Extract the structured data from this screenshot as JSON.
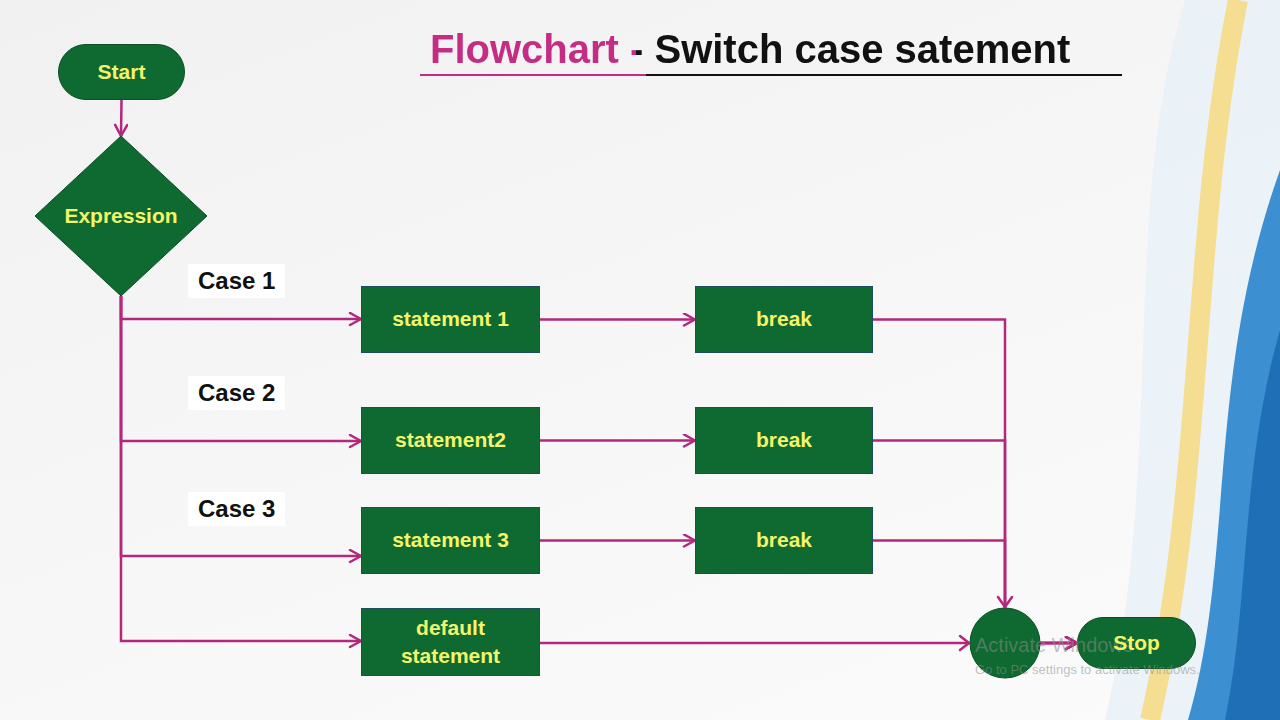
{
  "diagram": {
    "title": "Flowchart - Switch case satement",
    "nodes": [
      {
        "text": [
          "Start"
        ]
      },
      {
        "text": [
          "Expression"
        ]
      },
      {
        "text": [
          "statement 1"
        ]
      },
      {
        "text": [
          "break"
        ]
      },
      {
        "text": [
          "statement2"
        ]
      },
      {
        "text": [
          "break"
        ]
      },
      {
        "text": [
          "statement 3"
        ]
      },
      {
        "text": [
          "break"
        ]
      },
      {
        "text": [
          "default statement"
        ]
      },
      {
        "text": [
          "Stop"
        ]
      }
    ],
    "edges": [
      {
        "from": 0,
        "to": 1,
        "arrow": "to"
      },
      {
        "from": 1,
        "to": 2,
        "label": "Case 1",
        "arrow": "to"
      },
      {
        "from": 1,
        "to": 4,
        "label": "Case 2",
        "arrow": "to"
      },
      {
        "from": 1,
        "to": 6,
        "label": "Case 3",
        "arrow": "to"
      },
      {
        "from": 1,
        "to": 8,
        "arrow": "to"
      },
      {
        "from": 2,
        "to": 3,
        "arrow": "to"
      },
      {
        "from": 4,
        "to": 5,
        "arrow": "to"
      },
      {
        "from": 6,
        "to": 7,
        "arrow": "to"
      },
      {
        "from": 3,
        "to": 9,
        "arrow": "to"
      },
      {
        "from": 5,
        "to": 9,
        "arrow": "to"
      },
      {
        "from": 7,
        "to": 9,
        "arrow": "to"
      },
      {
        "from": 8,
        "to": 9,
        "arrow": "to"
      }
    ],
    "labels": [
      "Activate Windows",
      "Go to PC settings to activate Windows."
    ]
  }
}
